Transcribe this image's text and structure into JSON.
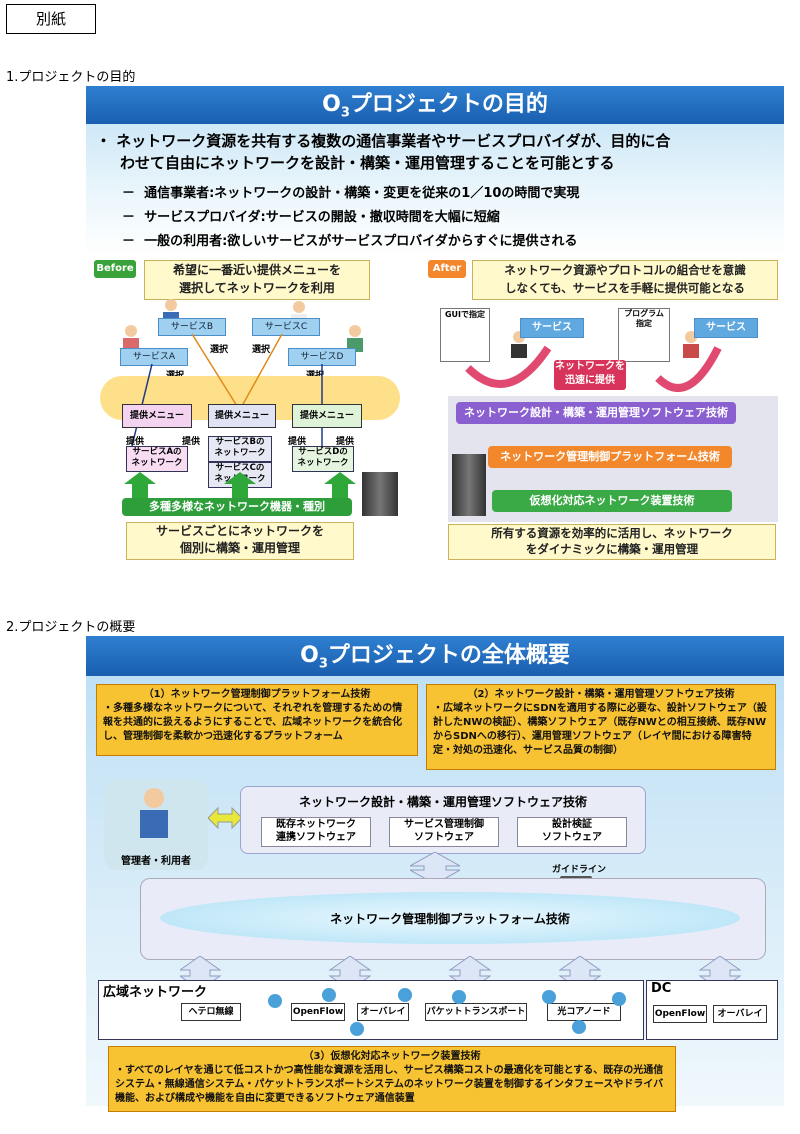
{
  "attachment_label": "別紙",
  "section1": {
    "heading": "1.プロジェクトの目的",
    "banner_prefix": "O",
    "banner_sub": "3",
    "banner_suffix": "プロジェクトの目的",
    "bullet_marker": "・",
    "bullet_line1": "ネットワーク資源を共有する複数の通信事業者やサービスプロバイダが、目的に合",
    "bullet_line2": "わせて自由にネットワークを設計・構築・運用管理することを可能とする",
    "subitems": [
      "通信事業者:ネットワークの設計・構築・変更を従来の1／10の時間で実現",
      "サービスプロバイダ:サービスの開設・撤収時間を大幅に短縮",
      "一般の利用者:欲しいサービスがサービスプロバイダからすぐに提供される"
    ],
    "dash": "－",
    "before": {
      "tag": "Before",
      "caption_top_1": "希望に一番近い提供メニューを",
      "caption_top_2": "選択してネットワークを利用",
      "services": [
        "サービスA",
        "サービスB",
        "サービスC",
        "サービスD"
      ],
      "select": "選択",
      "menu": "提供メニュー",
      "provide": "提供",
      "nets": [
        "サービスAの\nネットワーク",
        "サービスBの\nネットワーク",
        "サービスCの\nネットワーク",
        "サービスDの\nネットワーク"
      ],
      "equipment": "多種多様なネットワーク機器・種別",
      "caption_bottom_1": "サービスごとにネットワークを",
      "caption_bottom_2": "個別に構築・運用管理"
    },
    "after": {
      "tag": "After",
      "caption_top_1": "ネットワーク資源やプロトコルの組合せを意識",
      "caption_top_2": "しなくても、サービスを手軽に提供可能となる",
      "gui": "GUIで指定",
      "program": "プログラム\n指定",
      "service": "サービス",
      "fast": "ネットワークを\n迅速に提供",
      "bar1": "ネットワーク設計・構築・運用管理ソフトウェア技術",
      "bar2": "ネットワーク管理制御プラットフォーム技術",
      "bar3": "仮想化対応ネットワーク装置技術",
      "caption_bottom_1": "所有する資源を効率的に活用し、ネットワーク",
      "caption_bottom_2": "をダイナミックに構築・運用管理"
    }
  },
  "section2": {
    "heading": "2.プロジェクトの概要",
    "banner_prefix": "O",
    "banner_sub": "3",
    "banner_suffix": "プロジェクトの全体概要",
    "box1_title": "（1）ネットワーク管理制御プラットフォーム技術",
    "box1_text": "・多種多様なネットワークについて、それぞれを管理するための情報を共通的に扱えるようにすることで、広域ネットワークを統合化し、管理制御を柔軟かつ迅速化するプラットフォーム",
    "box2_title": "（2）ネットワーク設計・構築・運用管理ソフトウェア技術",
    "box2_text": "・広域ネットワークにSDNを適用する際に必要な、設計ソフトウェア（設計したNWの検証）、構築ソフトウェア（既存NWとの相互接続、既存NWからSDNへの移行）、運用管理ソフトウェア（レイヤ間における障害特定・対処の迅速化、サービス品質の制御）",
    "user_label": "管理者・利用者",
    "software_title": "ネットワーク設計・構築・運用管理ソフトウェア技術",
    "software_items": [
      "既存ネットワーク\n連携ソフトウェア",
      "サービス管理制御\nソフトウェア",
      "設計検証\nソフトウェア"
    ],
    "guideline": "ガイドライン",
    "platform": "ネットワーク管理制御プラットフォーム技術",
    "wan_label": "広域ネットワーク",
    "dc_label": "DC",
    "wan_nodes": [
      "ヘテロ無線",
      "OpenFlow",
      "オーバレイ",
      "パケットトランスポート",
      "光コアノード"
    ],
    "dc_nodes": [
      "OpenFlow",
      "オーバレイ"
    ],
    "box3_title": "（3）仮想化対応ネットワーク装置技術",
    "box3_text": "・すべてのレイヤを通じて低コストかつ高性能な資源を活用し、サービス構築コストの最適化を可能とする、既存の光通信システム・無線通信システム・パケットトランスポートシステムのネットワーク装置を制御するインタフェースやドライバ機能、および構成や機能を自由に変更できるソフトウェア通信装置"
  }
}
